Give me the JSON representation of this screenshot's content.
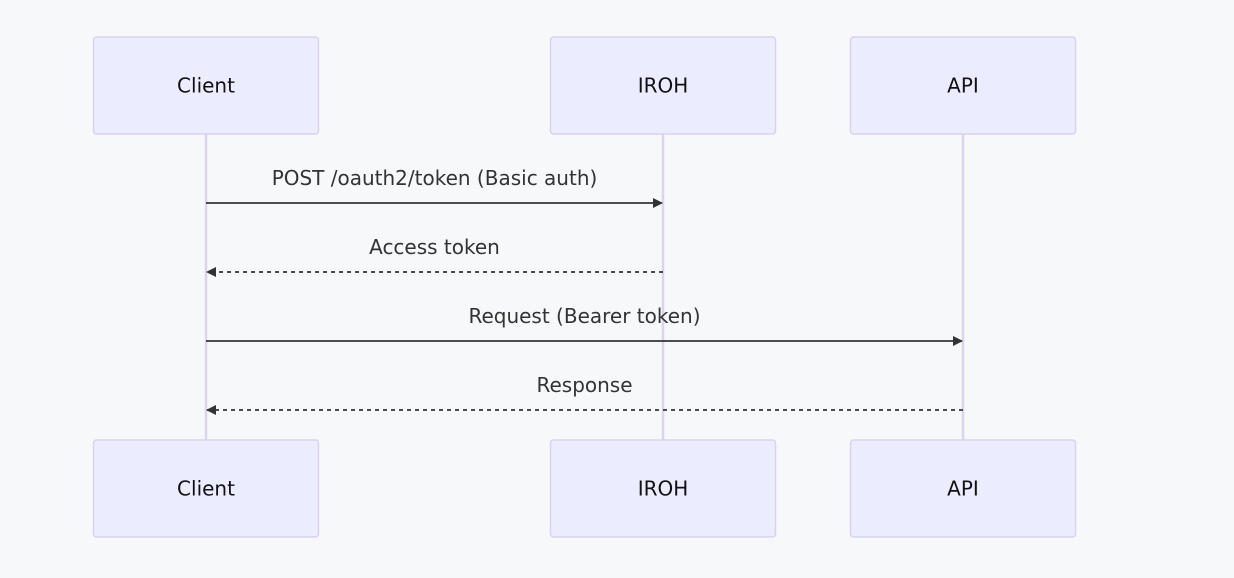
{
  "participants": [
    {
      "id": "client",
      "label": "Client"
    },
    {
      "id": "iroh",
      "label": "IROH"
    },
    {
      "id": "api",
      "label": "API"
    }
  ],
  "messages": [
    {
      "from": "client",
      "to": "iroh",
      "label": "POST /oauth2/token (Basic auth)",
      "style": "solid"
    },
    {
      "from": "iroh",
      "to": "client",
      "label": "Access token",
      "style": "dashed"
    },
    {
      "from": "client",
      "to": "api",
      "label": "Request (Bearer token)",
      "style": "solid"
    },
    {
      "from": "api",
      "to": "client",
      "label": "Response",
      "style": "dashed"
    }
  ],
  "colors": {
    "actor_fill": "#ececff",
    "actor_stroke": "#d9d2ef",
    "lifeline": "#ddd3ee",
    "arrow": "#333333",
    "background": "#f7f8fa"
  }
}
